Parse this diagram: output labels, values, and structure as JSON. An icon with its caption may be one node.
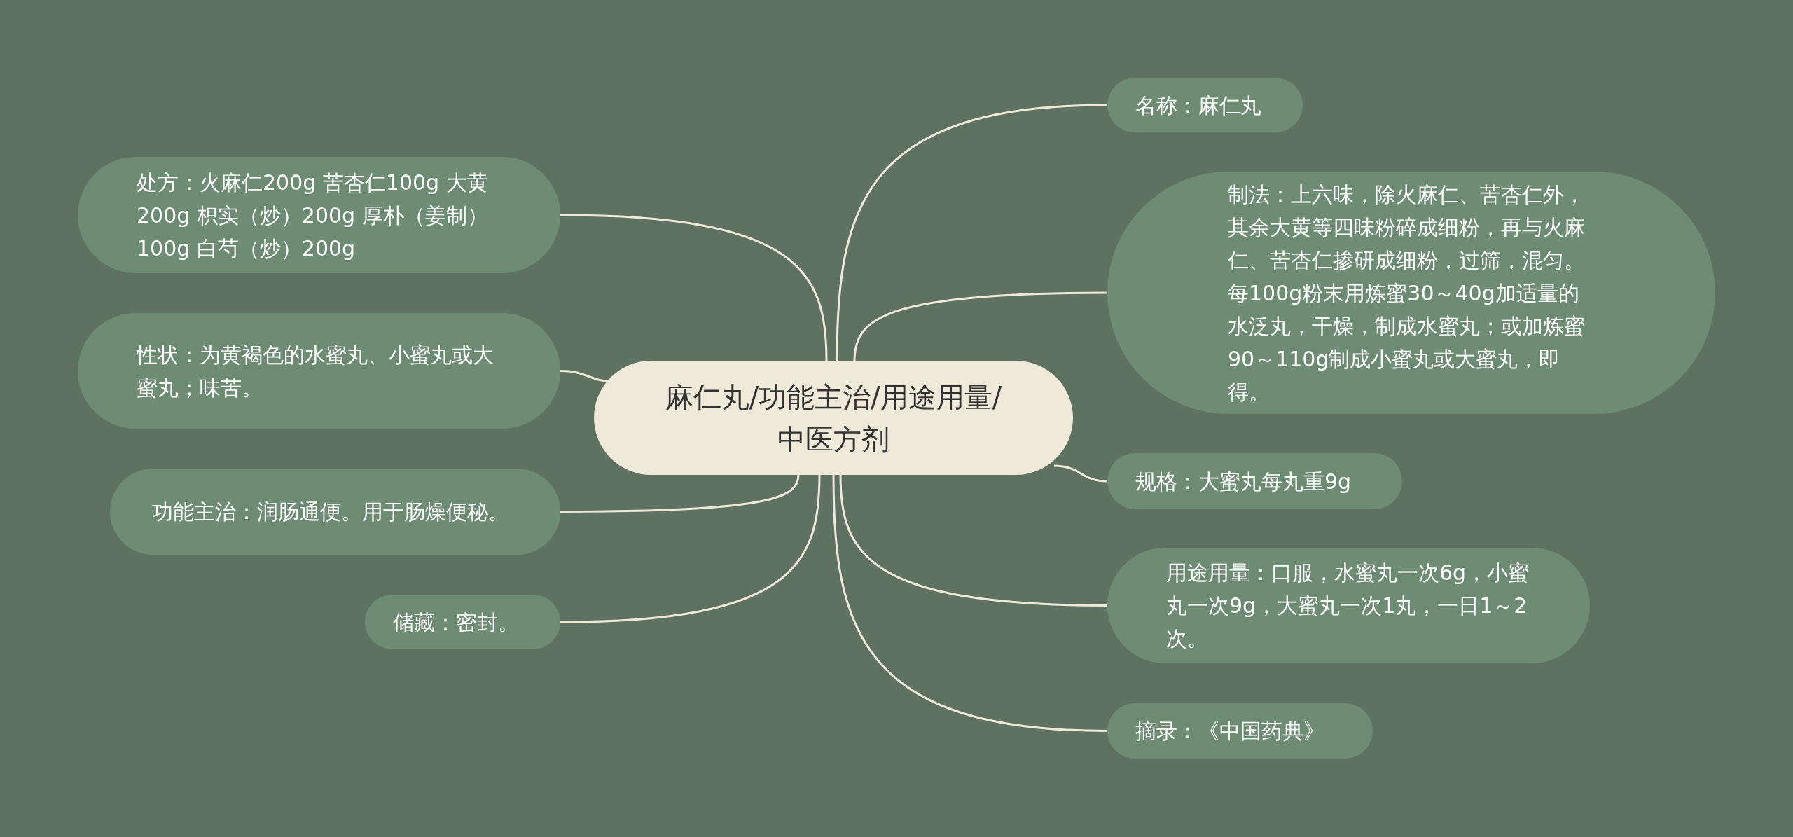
{
  "diagram": {
    "nodes": [
      {
        "text": [
          "麻仁丸/功能主治/用途用量/中医方剂"
        ]
      },
      {
        "text": [
          "处方：火麻仁200g 苦杏仁100g 大黄200g 枳实（炒）200g 厚朴（姜制）100g 白芍（炒）200g"
        ]
      },
      {
        "text": [
          "性状：为黄褐色的水蜜丸、小蜜丸或大蜜丸；味苦。"
        ]
      },
      {
        "text": [
          "功能主治：润肠通便。用于肠燥便秘。"
        ]
      },
      {
        "text": [
          "储藏：密封。"
        ]
      },
      {
        "text": [
          "名称：麻仁丸"
        ]
      },
      {
        "text": [
          "制法：上六味，除火麻仁、苦杏仁外，其余大黄等四味粉碎成细粉，再与火麻仁、苦杏仁掺研成细粉，过筛，混匀。每100g粉末用炼蜜30～40g加适量的水泛丸，干燥，制成水蜜丸；或加炼蜜90～110g制成小蜜丸或大蜜丸，即得。"
        ]
      },
      {
        "text": [
          "规格：大蜜丸每丸重9g"
        ]
      },
      {
        "text": [
          "用途用量：口服，水蜜丸一次6g，小蜜丸一次9g，大蜜丸一次1丸，一日1～2次。"
        ]
      },
      {
        "text": [
          "摘录：《中国药典》"
        ]
      }
    ],
    "edges": [
      {
        "from": 0,
        "to": 1,
        "arrow": "none"
      },
      {
        "from": 0,
        "to": 2,
        "arrow": "none"
      },
      {
        "from": 0,
        "to": 3,
        "arrow": "none"
      },
      {
        "from": 0,
        "to": 4,
        "arrow": "none"
      },
      {
        "from": 0,
        "to": 5,
        "arrow": "none"
      },
      {
        "from": 0,
        "to": 6,
        "arrow": "none"
      },
      {
        "from": 0,
        "to": 7,
        "arrow": "none"
      },
      {
        "from": 0,
        "to": 8,
        "arrow": "none"
      },
      {
        "from": 0,
        "to": 9,
        "arrow": "none"
      }
    ]
  }
}
